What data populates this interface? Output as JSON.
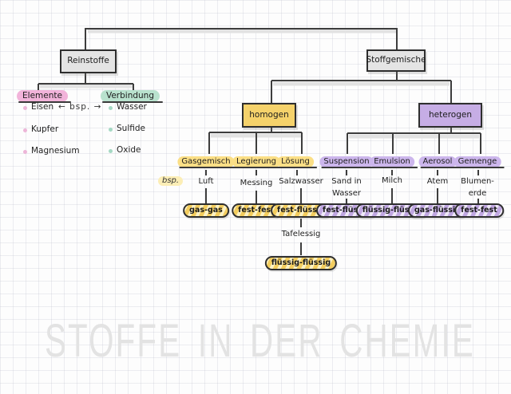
{
  "page": {
    "watermark": "STOFFE IN DER CHEMIE"
  },
  "colors": {
    "node_gray": "#e4e4e4",
    "homogen_yellow": "#f5d26b",
    "heterogen_purple": "#c6ade5",
    "elemente_pink": "#f2b3da",
    "verbindung_teal": "#b9e2ce",
    "yellow_highlight": "#fbdf86",
    "purple_highlight": "#ccb6ec",
    "ink": "#2e2e2e",
    "watermark_gray": "#e3e3e3"
  },
  "tree": {
    "reinstoffe": {
      "label": "Reinstoffe",
      "elemente": {
        "label": "Elemente",
        "items": [
          "Eisen",
          "Kupfer",
          "Magnesium"
        ]
      },
      "verbindung": {
        "label": "Verbindung",
        "items": [
          "Wasser",
          "Sulfide",
          "Oxide"
        ]
      },
      "bsp_arrow": "← bsp. →"
    },
    "stoffgemische": {
      "label": "Stoffgemische",
      "homogen": {
        "label": "homogen",
        "bsp_label": "bsp.",
        "columns": [
          {
            "header": "Gasgemisch",
            "example": "Luft",
            "badge": "gas-gas"
          },
          {
            "header": "Legierung",
            "example": "Messing",
            "badge": "fest-fest"
          },
          {
            "header": "Lösung",
            "example": "Salzwasser",
            "badge": "fest-flüssig",
            "sub_example": "Tafelessig",
            "sub_badge": "flüssig-flüssig"
          }
        ]
      },
      "heterogen": {
        "label": "heterogen",
        "columns": [
          {
            "header": "Suspension",
            "example": "Sand in\nWasser",
            "badge": "fest-flüssig"
          },
          {
            "header": "Emulsion",
            "example": "Milch",
            "badge": "flüssig-flüssig"
          },
          {
            "header": "Aerosol",
            "example": "Atem",
            "badge": "gas-flüssig"
          },
          {
            "header": "Gemenge",
            "example": "Blumen-\nerde",
            "badge": "fest-fest"
          }
        ]
      }
    }
  }
}
